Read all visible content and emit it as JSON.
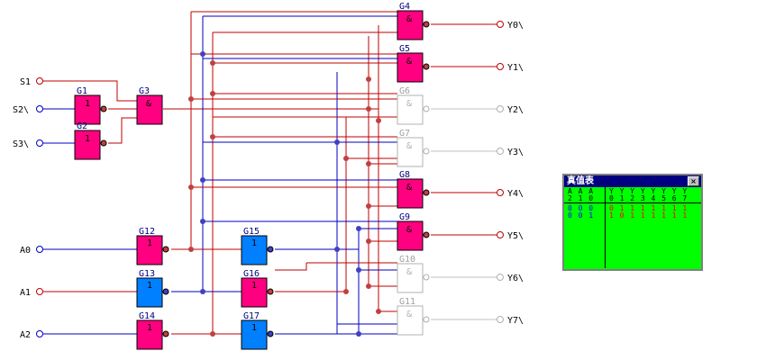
{
  "inputs": {
    "s1": "S1",
    "s2": "S2\\",
    "s3": "S3\\",
    "a0": "A0",
    "a1": "A1",
    "a2": "A2"
  },
  "gates": {
    "g1": {
      "name": "G1",
      "sym": "1"
    },
    "g2": {
      "name": "G2",
      "sym": "1"
    },
    "g3": {
      "name": "G3",
      "sym": "&"
    },
    "g4": {
      "name": "G4",
      "sym": "&"
    },
    "g5": {
      "name": "G5",
      "sym": "&"
    },
    "g6": {
      "name": "G6",
      "sym": "&"
    },
    "g7": {
      "name": "G7",
      "sym": "&"
    },
    "g8": {
      "name": "G8",
      "sym": "&"
    },
    "g9": {
      "name": "G9",
      "sym": "&"
    },
    "g10": {
      "name": "G10",
      "sym": "&"
    },
    "g11": {
      "name": "G11",
      "sym": "&"
    },
    "g12": {
      "name": "G12",
      "sym": "1"
    },
    "g13": {
      "name": "G13",
      "sym": "1"
    },
    "g14": {
      "name": "G14",
      "sym": "1"
    },
    "g15": {
      "name": "G15",
      "sym": "1"
    },
    "g16": {
      "name": "G16",
      "sym": "1"
    },
    "g17": {
      "name": "G17",
      "sym": "1"
    }
  },
  "outputs": {
    "y0": "Y0\\",
    "y1": "Y1\\",
    "y2": "Y2\\",
    "y3": "Y3\\",
    "y4": "Y4\\",
    "y5": "Y5\\",
    "y6": "Y6\\",
    "y7": "Y7\\"
  },
  "colors": {
    "active_gate": "#ff0080",
    "inactive_gate": "#ffffff",
    "blue_gate": "#0080ff",
    "red_wire": "#c00000",
    "blue_wire": "#0000c0",
    "gray_wire": "#c0c0c0",
    "table_bg": "#00ff00"
  },
  "truth_table": {
    "title": "真值表",
    "close": "×",
    "header_a_top": "A A A",
    "header_a_bottom": "2 1 0",
    "header_y_top": "Y Y Y Y Y Y Y Y",
    "header_y_bottom": "0 1 2 3 4 5 6 7",
    "row1_a": "0 0 0",
    "row1_y": "0 1 1 1 1 1 1 1",
    "row2_a": "0 0 1",
    "row2_y": "1 0 1 1 1 1 1 1"
  }
}
